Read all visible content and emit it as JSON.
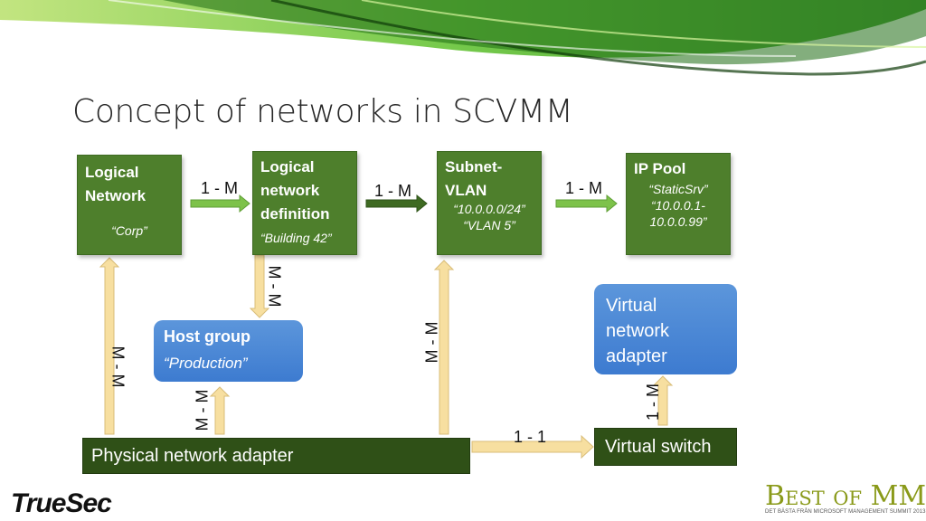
{
  "slide": {
    "title": "Concept of networks in SCVMM"
  },
  "boxes": {
    "logical_network": {
      "title_line1": "Logical",
      "title_line2": "Network",
      "example": "“Corp”"
    },
    "logical_network_definition": {
      "title_line1": "Logical",
      "title_line2": "network",
      "title_line3": "definition",
      "example": "“Building 42”"
    },
    "subnet_vlan": {
      "title_line1": "Subnet-",
      "title_line2": "VLAN",
      "example_line1": "“10.0.0.0/24”",
      "example_line2": "“VLAN 5”"
    },
    "ip_pool": {
      "title": "IP Pool",
      "example_line1": "“StaticSrv”",
      "example_line2": "“10.0.0.1-",
      "example_line3": "10.0.0.99”"
    },
    "host_group": {
      "title": "Host group",
      "example": "“Production”"
    },
    "virtual_network_adapter": {
      "line1": "Virtual",
      "line2": "network",
      "line3": "adapter"
    },
    "physical_network_adapter": {
      "label": "Physical network adapter"
    },
    "virtual_switch": {
      "label": "Virtual switch"
    }
  },
  "relations": {
    "ln_to_lnd": "1 - M",
    "lnd_to_subnet": "1 - M",
    "subnet_to_pool": "1 - M",
    "lnd_to_hostgroup": "M - M",
    "pna_to_ln": "M - M",
    "pna_to_hostgroup": "M - M",
    "pna_to_subnet": "M - M",
    "pna_to_vswitch": "1 - 1",
    "vswitch_to_vna": "1 - M"
  },
  "logos": {
    "left": "TrueSec",
    "right_main": "Best of MMS",
    "right_sub": "DET BÄSTA FRÅN MICROSOFT MANAGEMENT SUMMIT 2013"
  },
  "colors": {
    "box_green": "#4e7f2c",
    "box_dark_green": "#2f5017",
    "box_blue": "#3d7bd0",
    "arrow_light_green": "#7dc24a",
    "arrow_dark_green": "#3e6a22",
    "arrow_tan": "#f7dfa0"
  }
}
